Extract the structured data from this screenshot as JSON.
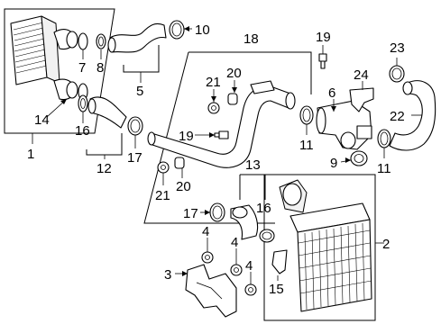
{
  "callouts": [
    {
      "id": "c1",
      "text": "1"
    },
    {
      "id": "c2",
      "text": "2"
    },
    {
      "id": "c3",
      "text": "3"
    },
    {
      "id": "c4a",
      "text": "4"
    },
    {
      "id": "c4b",
      "text": "4"
    },
    {
      "id": "c4c",
      "text": "4"
    },
    {
      "id": "c5",
      "text": "5"
    },
    {
      "id": "c6",
      "text": "6"
    },
    {
      "id": "c7",
      "text": "7"
    },
    {
      "id": "c8",
      "text": "8"
    },
    {
      "id": "c9",
      "text": "9"
    },
    {
      "id": "c10",
      "text": "10"
    },
    {
      "id": "c11a",
      "text": "11"
    },
    {
      "id": "c11b",
      "text": "11"
    },
    {
      "id": "c12",
      "text": "12"
    },
    {
      "id": "c13",
      "text": "13"
    },
    {
      "id": "c14",
      "text": "14"
    },
    {
      "id": "c15",
      "text": "15"
    },
    {
      "id": "c16a",
      "text": "16"
    },
    {
      "id": "c16b",
      "text": "16"
    },
    {
      "id": "c17a",
      "text": "17"
    },
    {
      "id": "c17b",
      "text": "17"
    },
    {
      "id": "c18",
      "text": "18"
    },
    {
      "id": "c19a",
      "text": "19"
    },
    {
      "id": "c19b",
      "text": "19"
    },
    {
      "id": "c20a",
      "text": "20"
    },
    {
      "id": "c20b",
      "text": "20"
    },
    {
      "id": "c21a",
      "text": "21"
    },
    {
      "id": "c21b",
      "text": "21"
    },
    {
      "id": "c22",
      "text": "22"
    },
    {
      "id": "c23",
      "text": "23"
    },
    {
      "id": "c24",
      "text": "24"
    }
  ]
}
